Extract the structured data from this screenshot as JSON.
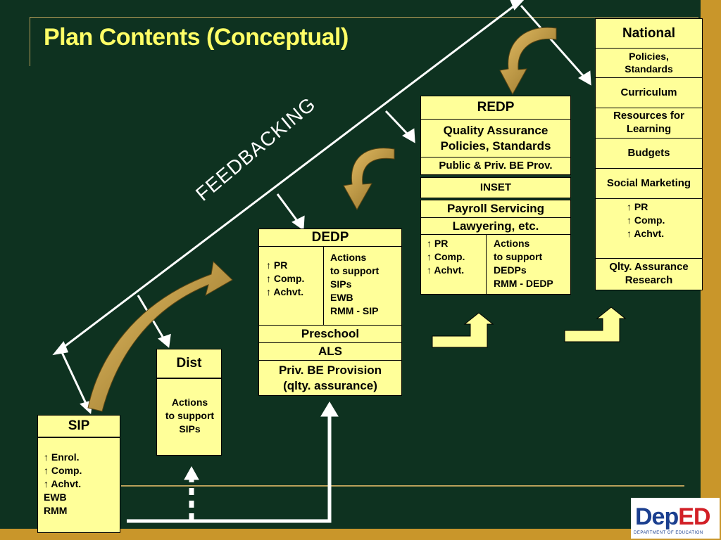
{
  "title": "Plan Contents (Conceptual)",
  "feedback_label": "FEEDBACKING",
  "sip": {
    "header": "SIP",
    "body": "↑ Enrol.\n↑ Comp.\n↑ Achvt.\nEWB\nRMM"
  },
  "dist": {
    "header": "Dist",
    "body": "Actions\nto support\nSIPs"
  },
  "dedp": {
    "header": "DEDP",
    "left": "↑ PR\n↑ Comp.\n↑ Achvt.",
    "right": "Actions\n  to support\n  SIPs\nEWB\nRMM - SIP",
    "rows": [
      "Preschool",
      "ALS",
      "Priv. BE Provision\n(qlty. assurance)"
    ]
  },
  "redp": {
    "header": "REDP",
    "qa": "Quality Assurance\nPolicies, Standards",
    "public": "Public & Priv. BE Prov.",
    "inset": "INSET",
    "payroll": "Payroll Servicing",
    "lawyering": "Lawyering, etc.",
    "left": "↑ PR\n↑ Comp.\n↑ Achvt.",
    "right": "Actions\n  to support\n  DEDPs\nRMM - DEDP"
  },
  "national": {
    "header": "National",
    "items": [
      "Policies,\nStandards",
      "Curriculum",
      "Resources for\nLearning",
      "Budgets",
      "Social Marketing"
    ],
    "achievements": "↑ PR\n↑ Comp.\n↑ Achvt.",
    "footer": "Qlty. Assurance\nResearch"
  },
  "logo": {
    "text_a": "Dep",
    "text_b": "ED",
    "subtitle": "DEPARTMENT OF EDUCATION"
  },
  "colors": {
    "background": "#0e3220",
    "box_fill": "#ffff99",
    "title": "#ffff66",
    "gold": "#c9962a"
  }
}
